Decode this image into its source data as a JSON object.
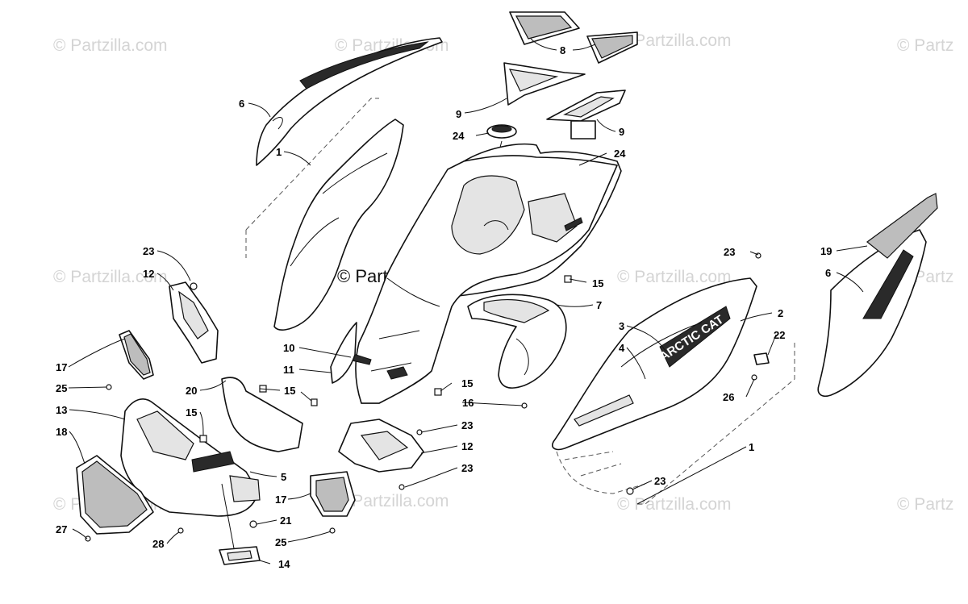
{
  "watermarks": {
    "text": "© Partzilla.com",
    "cut_left": "© Partzilla.com",
    "cut_right": "© Partz",
    "main": "© Partzilla.com"
  },
  "decal": {
    "text": "ARCTIC CAT"
  },
  "callouts": [
    {
      "id": "c-1a",
      "label": "1"
    },
    {
      "id": "c-1b",
      "label": "1"
    },
    {
      "id": "c-2",
      "label": "2"
    },
    {
      "id": "c-3",
      "label": "3"
    },
    {
      "id": "c-4",
      "label": "4"
    },
    {
      "id": "c-5",
      "label": "5"
    },
    {
      "id": "c-6a",
      "label": "6"
    },
    {
      "id": "c-6b",
      "label": "6"
    },
    {
      "id": "c-7",
      "label": "7"
    },
    {
      "id": "c-8",
      "label": "8"
    },
    {
      "id": "c-9a",
      "label": "9"
    },
    {
      "id": "c-9b",
      "label": "9"
    },
    {
      "id": "c-10",
      "label": "10"
    },
    {
      "id": "c-11",
      "label": "11"
    },
    {
      "id": "c-12a",
      "label": "12"
    },
    {
      "id": "c-12b",
      "label": "12"
    },
    {
      "id": "c-13",
      "label": "13"
    },
    {
      "id": "c-14",
      "label": "14"
    },
    {
      "id": "c-15a",
      "label": "15"
    },
    {
      "id": "c-15b",
      "label": "15"
    },
    {
      "id": "c-15c",
      "label": "15"
    },
    {
      "id": "c-15d",
      "label": "15"
    },
    {
      "id": "c-16",
      "label": "16"
    },
    {
      "id": "c-17a",
      "label": "17"
    },
    {
      "id": "c-17b",
      "label": "17"
    },
    {
      "id": "c-18",
      "label": "18"
    },
    {
      "id": "c-19",
      "label": "19"
    },
    {
      "id": "c-20",
      "label": "20"
    },
    {
      "id": "c-21",
      "label": "21"
    },
    {
      "id": "c-22",
      "label": "22"
    },
    {
      "id": "c-23a",
      "label": "23"
    },
    {
      "id": "c-23b",
      "label": "23"
    },
    {
      "id": "c-23c",
      "label": "23"
    },
    {
      "id": "c-23d",
      "label": "23"
    },
    {
      "id": "c-23e",
      "label": "23"
    },
    {
      "id": "c-24a",
      "label": "24"
    },
    {
      "id": "c-24b",
      "label": "24"
    },
    {
      "id": "c-25a",
      "label": "25"
    },
    {
      "id": "c-25b",
      "label": "25"
    },
    {
      "id": "c-26",
      "label": "26"
    },
    {
      "id": "c-27",
      "label": "27"
    },
    {
      "id": "c-28",
      "label": "28"
    }
  ]
}
